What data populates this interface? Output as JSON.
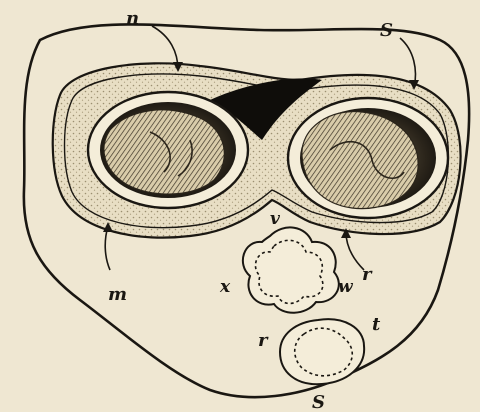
{
  "figure": {
    "labels": {
      "n": "n",
      "s_top": "S",
      "v": "v",
      "r_mid": "r",
      "m": "m",
      "x": "x",
      "w": "w",
      "r_low": "r",
      "t": "t",
      "s_bottom": "S"
    },
    "colors": {
      "paper": "#efe7d2",
      "ink": "#1a1712",
      "stipple": "#cbbf9f",
      "cavity": "#0f0d0a"
    }
  }
}
